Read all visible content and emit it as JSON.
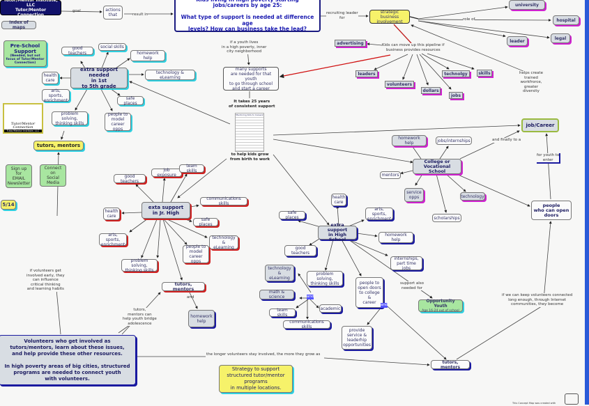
{
  "header": {
    "org": "Tutor/Mentor Institute, LLC\nTutor/Mentor Connection",
    "index": "Index of maps",
    "goal": "goal",
    "actions": "actions\nthat",
    "result_in": "result in",
    "question": "Kids living in high poverty starting\njobs/careers by age 25:\n\nWhat type of support is needed at difference age\nlevels? How can business take the lead?"
  },
  "business": {
    "recruiting": "recruiting leader\nfor",
    "strategic": "strategic business\ninvolvement",
    "role_of": "role of",
    "roles": [
      "university",
      "hospital",
      "leader",
      "legal"
    ],
    "pipeline": "Kids can move up this pipeline if\nbusiness provides  resources",
    "resources": [
      "advertising",
      "leaders",
      "volunteers",
      "dollars",
      "jobs",
      "technolgy",
      "skills"
    ],
    "helps": "helps create\ntrained\nworkfrorce,\ngreater\ndiversity"
  },
  "center": {
    "if_youth": "if a youth lives\nin a high poverty, inner\ncity neighborhood",
    "many": "many supports\nare needed for that youth\nto go through school\nand start a career",
    "takes": "It takes 25 years\nof consistent support",
    "grow": "to help kids grow\nfrom birth to work",
    "image_title": "Mentoring Kids to Careers"
  },
  "left": {
    "preschool_title": "Pre-School\nSupport",
    "preschool_note": "(Needed, but not\nfocus of Tutor/Mentor\nConnection)",
    "logo_text": "Tutor/Mentor\nConnection",
    "logo_sub": "Tutor/Mentor Institute, LLC",
    "tutors": "tutors, mentors",
    "signup": "Sign up\nfor\nEMAIL\nNewsletter",
    "social": "Connect on\nSocial\nMedia",
    "date": "5/14",
    "if_volunteers": "if volunteers get\ninvolved early, they\ncan influence\ncritical thinking\nand learning habits"
  },
  "elementary": {
    "title": "extra support needed\nin 1st\nto 5th grade",
    "items": [
      "good teachers",
      "social skills",
      "homework help",
      "technology & eLearning",
      "health\ncare",
      "arts, sports,\nenrichment",
      "safe places",
      "problem solving,\nthinking skills",
      "people to\nmodel\ncareer opps"
    ]
  },
  "jrhigh": {
    "title": "exta support\nin Jr. High",
    "items": [
      "good teachers",
      "job exposure",
      "team skills",
      "communications skills",
      "health\ncare",
      "safe places",
      "arts, sports,\nenrichment",
      "technology &\neLearning",
      "people to\nmodel\ncareer opps",
      "problem solving,\nthinking skills"
    ],
    "tutors": "tutors, mentors",
    "and": "and",
    "homework": "homework\nhelp",
    "bridge": "tutors,\nmentors can\nhelp youth bridge\nadolescence"
  },
  "highschool": {
    "title": "extra support\nin High School",
    "items": [
      "health\ncare",
      "safe places",
      "arts, sports,\nenrichment",
      "homework help",
      "good teachers",
      "internships,\npart time jobs",
      "technology &\neLearning",
      "problem solving,\nthinking skills",
      "people to\nopen doors\nto college &\ncareer",
      "math & science",
      "team skills",
      "academic",
      "communications skills",
      "provide\nservice &\nleaderhip\nopportunities"
    ],
    "and": "and",
    "support_also": "support also\nneeded for",
    "opp_title": "Opportunity Youth",
    "opp_sub": "Age 16-24 out of school",
    "tutors": "tutors, mentors"
  },
  "college": {
    "title": "College or\nVocational School",
    "items": [
      "homework help",
      "jobs/internships",
      "mentors",
      "service\nopps",
      "technology",
      "scholarships"
    ],
    "finally": "and finally to a",
    "job": "job/Career",
    "for_youth": "for youth to\nenter",
    "people": "people\nwho can open\ndoors",
    "keep": "if we can keep volunteers connected\nlong enough, through Internet\ncommunities, they become"
  },
  "bottom": {
    "volunteers": "Volunteers who get involved as\ntutors/mentors, learn about these issues,\nand help provide these other resources.\n\nIn high poverty areas of big cities, structured\nprograms are needed to connect youth\nwith volunteers.",
    "longer": "the longer volunteers stay involved, the more they grow as",
    "strategy": "Strategy to support\nstructured tutor/mentor programs\nin multiple locations.",
    "footer": "This Concept Map was created with"
  }
}
